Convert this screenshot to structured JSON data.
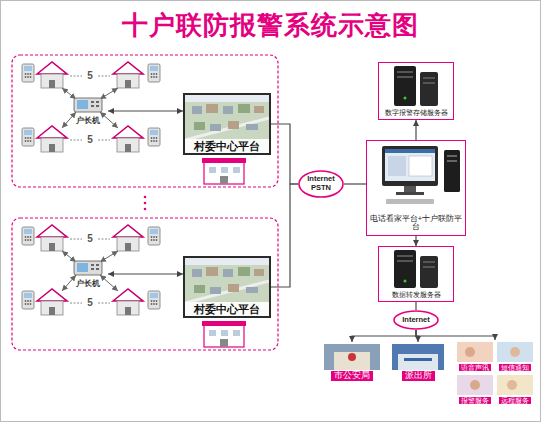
{
  "diagram": {
    "title": "十户联防报警系统示意图",
    "nodes": [
      {
        "text": [
          "户长机"
        ]
      },
      {
        "text": [
          "村委中心平台"
        ]
      },
      {
        "text": [
          "户长机"
        ]
      },
      {
        "text": [
          "村委中心平台"
        ]
      },
      {
        "text": [
          "Internet PSTN"
        ]
      },
      {
        "text": [
          "电话看家平台+十户联防平台"
        ]
      },
      {
        "text": [
          "数字报警存储服务器"
        ]
      },
      {
        "text": [
          "数据转发服务器"
        ]
      },
      {
        "text": [
          "Internet"
        ]
      },
      {
        "text": [
          "市公安局"
        ]
      },
      {
        "text": [
          "派出所"
        ]
      },
      {
        "text": [
          "语音声讯",
          "短信通知",
          "报警服务",
          "远程服务"
        ]
      }
    ],
    "edges": [
      {
        "from": 0,
        "to": 1,
        "arrow": "both"
      },
      {
        "from": 2,
        "to": 3,
        "arrow": "both"
      },
      {
        "from": 1,
        "to": 4,
        "arrow": "none"
      },
      {
        "from": 3,
        "to": 4,
        "arrow": "none"
      },
      {
        "from": 4,
        "to": 5,
        "arrow": "none"
      },
      {
        "from": 5,
        "to": 6,
        "arrow": "to"
      },
      {
        "from": 5,
        "to": 7,
        "arrow": "to"
      },
      {
        "from": 7,
        "to": 8,
        "arrow": "none"
      },
      {
        "from": 8,
        "to": 9,
        "arrow": "to"
      },
      {
        "from": 8,
        "to": 10,
        "arrow": "to"
      },
      {
        "from": 8,
        "to": 11,
        "arrow": "to"
      }
    ],
    "labels": [
      "5",
      "5",
      "5",
      "5"
    ]
  }
}
